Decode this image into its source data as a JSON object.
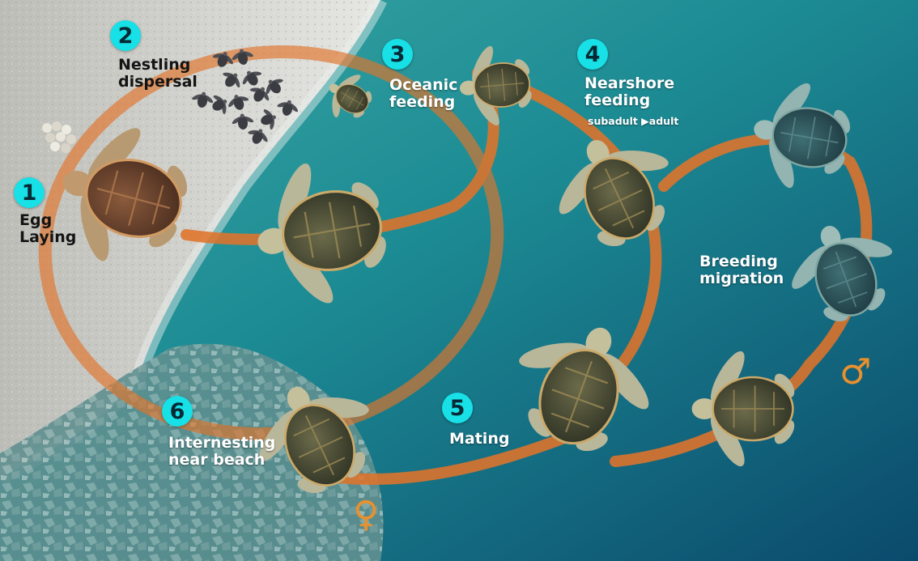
{
  "colors": {
    "badge": "#17e0e6",
    "path": "#e0742b",
    "sand": "#cfcfcb",
    "ocean_shallow": "#2fa3a3",
    "ocean_deep": "#0d4f70",
    "symbol": "#e8902e"
  },
  "stages": [
    {
      "number": "1",
      "lines": [
        "Egg",
        "Laying"
      ]
    },
    {
      "number": "2",
      "lines": [
        "Nestling",
        "dispersal"
      ]
    },
    {
      "number": "3",
      "lines": [
        "Oceanic",
        "feeding"
      ]
    },
    {
      "number": "4",
      "lines": [
        "Nearshore",
        "feeding"
      ],
      "sub": "subadult ▶adult"
    },
    {
      "number": "5",
      "lines": [
        "Mating"
      ]
    },
    {
      "number": "6",
      "lines": [
        "Internesting",
        "near beach"
      ]
    }
  ],
  "breeding": {
    "lines": [
      "Breeding",
      "migration"
    ]
  },
  "symbols": {
    "female": "♀",
    "male": "♂"
  },
  "icons": [
    "turtle-icon",
    "hatchling-icon",
    "egg-icon",
    "female-symbol-icon",
    "male-symbol-icon"
  ]
}
